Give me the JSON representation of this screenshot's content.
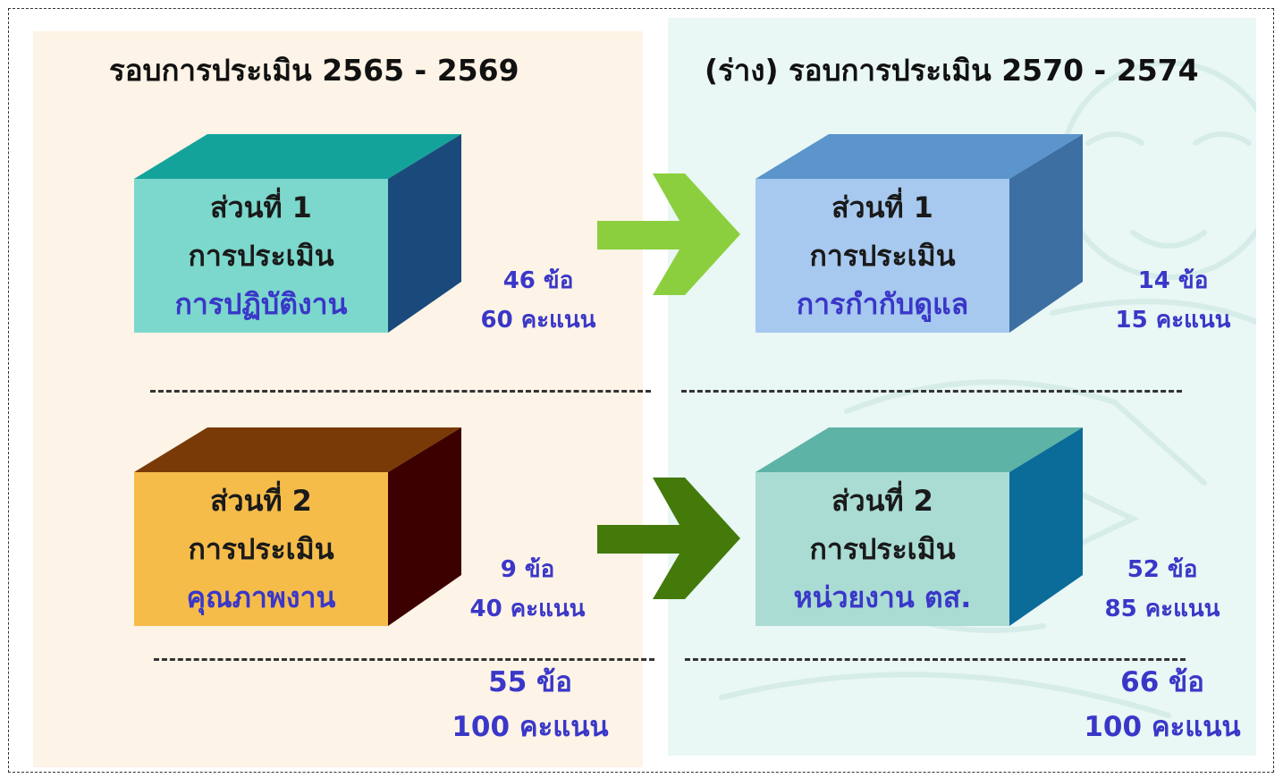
{
  "left_panel": {
    "heading": "รอบการประเมิน 2565 - 2569",
    "part1": {
      "title": "ส่วนที่ 1",
      "subtitle": "การประเมิน",
      "name": "การปฏิบัติงาน",
      "items": "46 ข้อ",
      "score": "60 คะแนน"
    },
    "part2": {
      "title": "ส่วนที่ 2",
      "subtitle": "การประเมิน",
      "name": "คุณภาพงาน",
      "items": "9 ข้อ",
      "score": "40 คะแนน"
    },
    "total": {
      "items": "55 ข้อ",
      "score": "100 คะแนน"
    }
  },
  "right_panel": {
    "heading": "(ร่าง) รอบการประเมิน 2570 - 2574",
    "part1": {
      "title": "ส่วนที่ 1",
      "subtitle": "การประเมิน",
      "name": "การกำกับดูแล",
      "items": "14 ข้อ",
      "score": "15 คะแนน"
    },
    "part2": {
      "title": "ส่วนที่ 2",
      "subtitle": "การประเมิน",
      "name": "หน่วยงาน ตส.",
      "items": "52 ข้อ",
      "score": "85 คะแนน"
    },
    "total": {
      "items": "66 ข้อ",
      "score": "100 คะแนน"
    }
  },
  "colors": {
    "left_panel_bg": "#fdf3e6",
    "right_panel_bg": "#e9f7f5",
    "label_blue": "#3a37c8",
    "box_left_part1": {
      "front": "#7cd8cc",
      "top": "#14a39a",
      "side": "#1a4a7c"
    },
    "box_left_part2": {
      "front": "#f5bc4a",
      "top": "#7a3a08",
      "side": "#3d0000"
    },
    "box_right_part1": {
      "front": "#a7c9ef",
      "top": "#5b95cc",
      "side": "#3d6fa3"
    },
    "box_right_part2": {
      "front": "#aadcd3",
      "top": "#5db3a6",
      "side": "#0b6c9a"
    },
    "arrow_top": "#8ccf3e",
    "arrow_bottom": "#437a0a"
  },
  "icons": {
    "arrow": "right-arrow-icon"
  }
}
